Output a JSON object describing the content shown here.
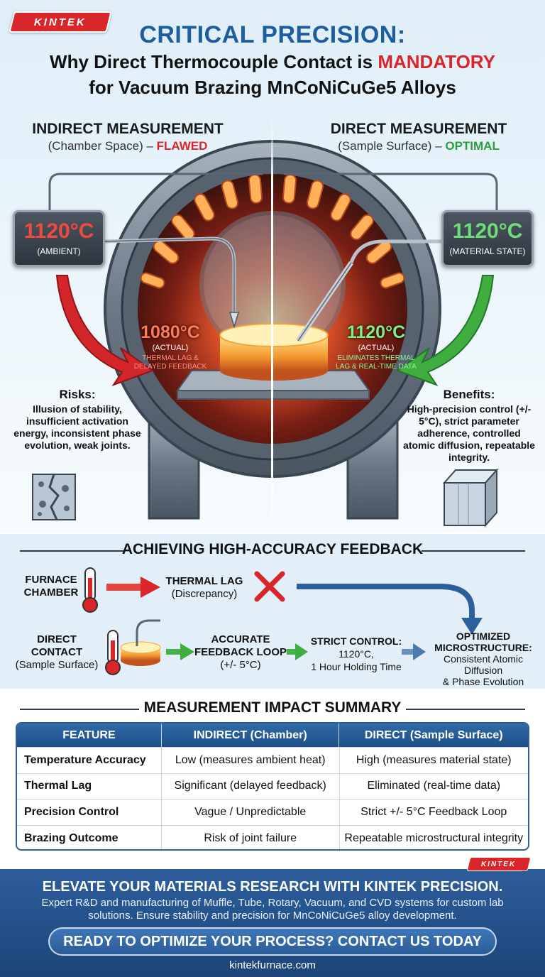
{
  "brand": {
    "logo_text": "KINTEK"
  },
  "header": {
    "title_line1": "CRITICAL PRECISION:",
    "title_line2_pre": "Why Direct Thermocouple Contact is ",
    "title_line2_emph": "MANDATORY",
    "title_line3": "for Vacuum Brazing MnCoNiCuGe5 Alloys"
  },
  "left": {
    "heading": "INDIRECT MEASUREMENT",
    "sub_pre": "(Chamber Space) – ",
    "sub_emph": "FLAWED",
    "display_temp": "1120°C",
    "display_label": "(AMBIENT)",
    "actual_temp": "1080°C",
    "actual_label": "(ACTUAL)",
    "actual_note_1": "THERMAL LAG &",
    "actual_note_2": "DELAYED FEEDBACK",
    "side_heading": "Risks:",
    "side_text": "Illusion of stability, insufficient activation energy, inconsistent phase evolution, weak joints."
  },
  "right": {
    "heading": "DIRECT MEASUREMENT",
    "sub_pre": "(Sample Surface) – ",
    "sub_emph": "OPTIMAL",
    "display_temp": "1120°C",
    "display_label": "(MATERIAL STATE)",
    "actual_temp": "1120°C",
    "actual_label": "(ACTUAL)",
    "actual_note_1": "ELIMINATES THERMAL",
    "actual_note_2": "LAG & REAL-TIME DATA",
    "side_heading": "Benefits:",
    "side_text": "High-precision control (+/- 5°C), strict parameter adherence, controlled atomic diffusion, repeatable integrity."
  },
  "feedback": {
    "title": "ACHIEVING HIGH-ACCURACY FEEDBACK",
    "chamber_1": "FURNACE",
    "chamber_2": "CHAMBER",
    "lag_1": "THERMAL LAG",
    "lag_2": "(Discrepancy)",
    "direct_1": "DIRECT",
    "direct_2": "CONTACT",
    "direct_3": "(Sample Surface)",
    "loop_1": "ACCURATE",
    "loop_2": "FEEDBACK LOOP",
    "loop_3": "(+/- 5°C)",
    "strict_1": "STRICT CONTROL:",
    "strict_2": "1120°C,",
    "strict_3": "1 Hour Holding Time",
    "opt_1": "OPTIMIZED",
    "opt_2": "MICROSTRUCTURE:",
    "opt_3": "Consistent Atomic Diffusion",
    "opt_4": "& Phase Evolution"
  },
  "summary": {
    "title": "MEASUREMENT IMPACT SUMMARY",
    "headers": [
      "FEATURE",
      "INDIRECT (Chamber)",
      "DIRECT (Sample Surface)"
    ],
    "rows": [
      [
        "Temperature Accuracy",
        "Low (measures ambient heat)",
        "High (measures material state)"
      ],
      [
        "Thermal Lag",
        "Significant (delayed feedback)",
        "Eliminated (real-time data)"
      ],
      [
        "Precision Control",
        "Vague / Unpredictable",
        "Strict +/- 5°C Feedback Loop"
      ],
      [
        "Brazing Outcome",
        "Risk of joint failure",
        "Repeatable microstructural integrity"
      ]
    ]
  },
  "footer": {
    "title": "ELEVATE YOUR MATERIALS RESEARCH WITH KINTEK PRECISION.",
    "body": "Expert R&D and manufacturing of Muffle, Tube, Rotary, Vacuum, and CVD systems for custom lab solutions. Ensure stability and precision for MnCoNiCuGe5 alloy development.",
    "cta": "READY TO OPTIMIZE YOUR PROCESS? CONTACT US TODAY",
    "url": "kintekfurnace.com"
  },
  "colors": {
    "brand_blue": "#1f5d9e",
    "flawed_red": "#d9262b",
    "optimal_green": "#2e9b3e",
    "footer_blue": "#1c4479"
  }
}
